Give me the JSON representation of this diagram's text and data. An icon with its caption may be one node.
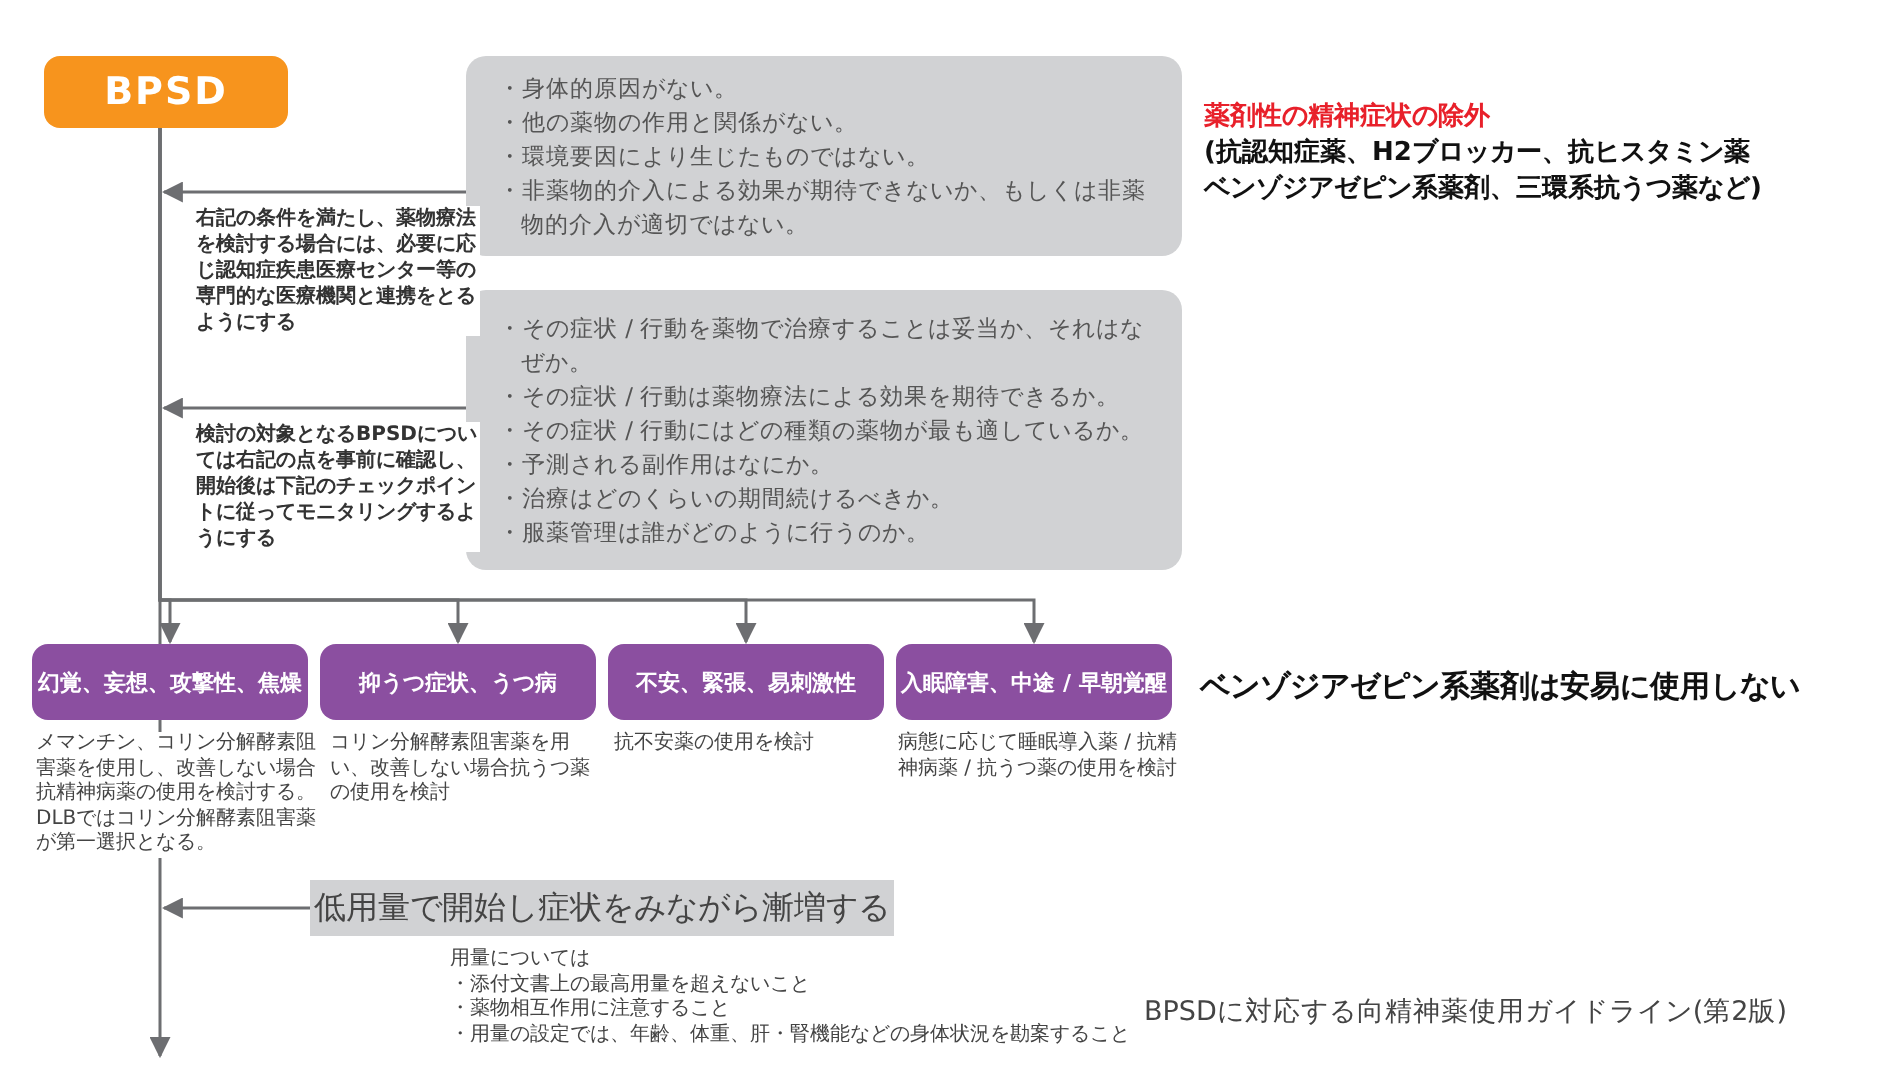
{
  "diagram": {
    "caption": "BPSDに対応する向精神薬使用ガイドライン(第2版)",
    "nodes": [
      {
        "text": [
          "BPSD"
        ]
      },
      {
        "text": [
          "・身体的原因がない。",
          "・他の薬物の作用と関係がない。",
          "・環境要因により生じたものではない。",
          "・非薬物的介入による効果が期待できないか、もしくは非薬物的介入が適切ではない。"
        ],
        "beside": [
          "薬剤性の精神症状の除外",
          "(抗認知症薬、H2ブロッカー、抗ヒスタミン薬",
          "ベンゾジアゼピン系薬剤、三環系抗うつ薬など)"
        ]
      },
      {
        "text": [
          "・その症状 / 行動を薬物で治療することは妥当か、それはなぜか。",
          "・その症状 / 行動は薬物療法による効果を期待できるか。",
          "・その症状 / 行動にはどの種類の薬物が最も適しているか。",
          "・予測される副作用はなにか。",
          "・治療はどのくらいの期間続けるべきか。",
          "・服薬管理は誰がどのように行うのか。"
        ]
      },
      {
        "text": [
          "幻覚、妄想、攻撃性、焦燥"
        ],
        "beside": [
          "メマンチン、コリン分解酵素阻害薬を使用し、改善しない場合抗精神病薬の使用を検討する。DLBではコリン分解酵素阻害薬が第一選択となる。"
        ]
      },
      {
        "text": [
          "抑うつ症状、うつ病"
        ],
        "beside": [
          "コリン分解酵素阻害薬を用い、改善しない場合抗うつ薬の使用を検討"
        ]
      },
      {
        "text": [
          "不安、緊張、易刺激性"
        ],
        "beside": [
          "抗不安薬の使用を検討"
        ]
      },
      {
        "text": [
          "入眠障害、中途 / 早朝覚醒"
        ],
        "beside": [
          "病態に応じて睡眠導入薬 / 抗精神病薬 / 抗うつ薬の使用を検討"
        ]
      },
      {
        "text": [
          "低用量で開始し症状をみながら漸増する"
        ],
        "beside": [
          "用量については",
          "・添付文書上の最高用量を超えないこと",
          "・薬物相互作用に注意すること",
          "・用量の設定では、年齢、体重、肝・腎機能などの身体状況を勘案すること"
        ]
      }
    ],
    "edges": [
      {
        "from": 0,
        "to": null,
        "arrow": "to"
      },
      {
        "from": 1,
        "to": null,
        "arrow": "to",
        "label": "右記の条件を満たし、薬物療法を検討する場合には、必要に応じ認知症疾患医療センター等の専門的な医療機関と連携をとるようにする"
      },
      {
        "from": 2,
        "to": null,
        "arrow": "to",
        "label": "検討の対象となるBPSDについては右記の点を事前に確認し、開始後は下記のチェックポイントに従ってモニタリングするようにする"
      },
      {
        "from": 0,
        "to": 3,
        "arrow": "to"
      },
      {
        "from": 0,
        "to": 4,
        "arrow": "to"
      },
      {
        "from": 0,
        "to": 5,
        "arrow": "to"
      },
      {
        "from": 0,
        "to": 6,
        "arrow": "to"
      },
      {
        "from": 7,
        "to": null,
        "arrow": "to"
      }
    ],
    "labels": [
      "**ベンゾジアゼピン系薬剤**は安易に使用しない"
    ]
  }
}
